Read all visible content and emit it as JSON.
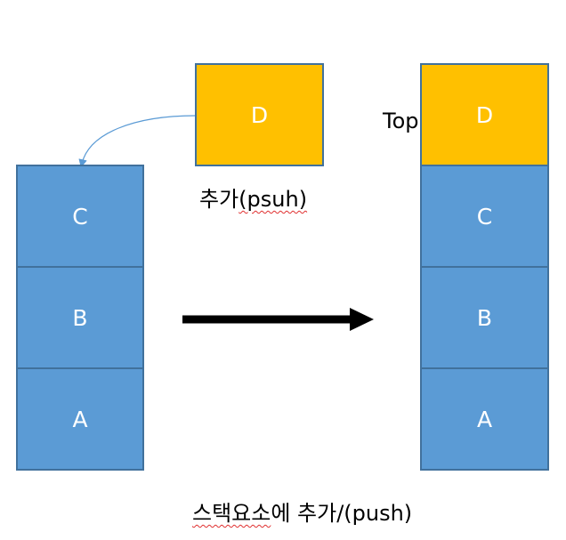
{
  "left_stack": {
    "blocks": [
      "C",
      "B",
      "A"
    ]
  },
  "new_element": {
    "label": "D",
    "caption_korean": "추가",
    "caption_paren": "(psuh)"
  },
  "right_stack": {
    "top_label": "Top",
    "blocks": [
      "D",
      "C",
      "B",
      "A"
    ]
  },
  "caption": {
    "korean_part": "스택요소",
    "rest": "에 추가/(push)"
  },
  "colors": {
    "stack_fill": "#5b9bd5",
    "stack_border": "#41719c",
    "new_fill": "#ffc000",
    "curve": "#5b9bd5",
    "arrow": "#000000"
  }
}
